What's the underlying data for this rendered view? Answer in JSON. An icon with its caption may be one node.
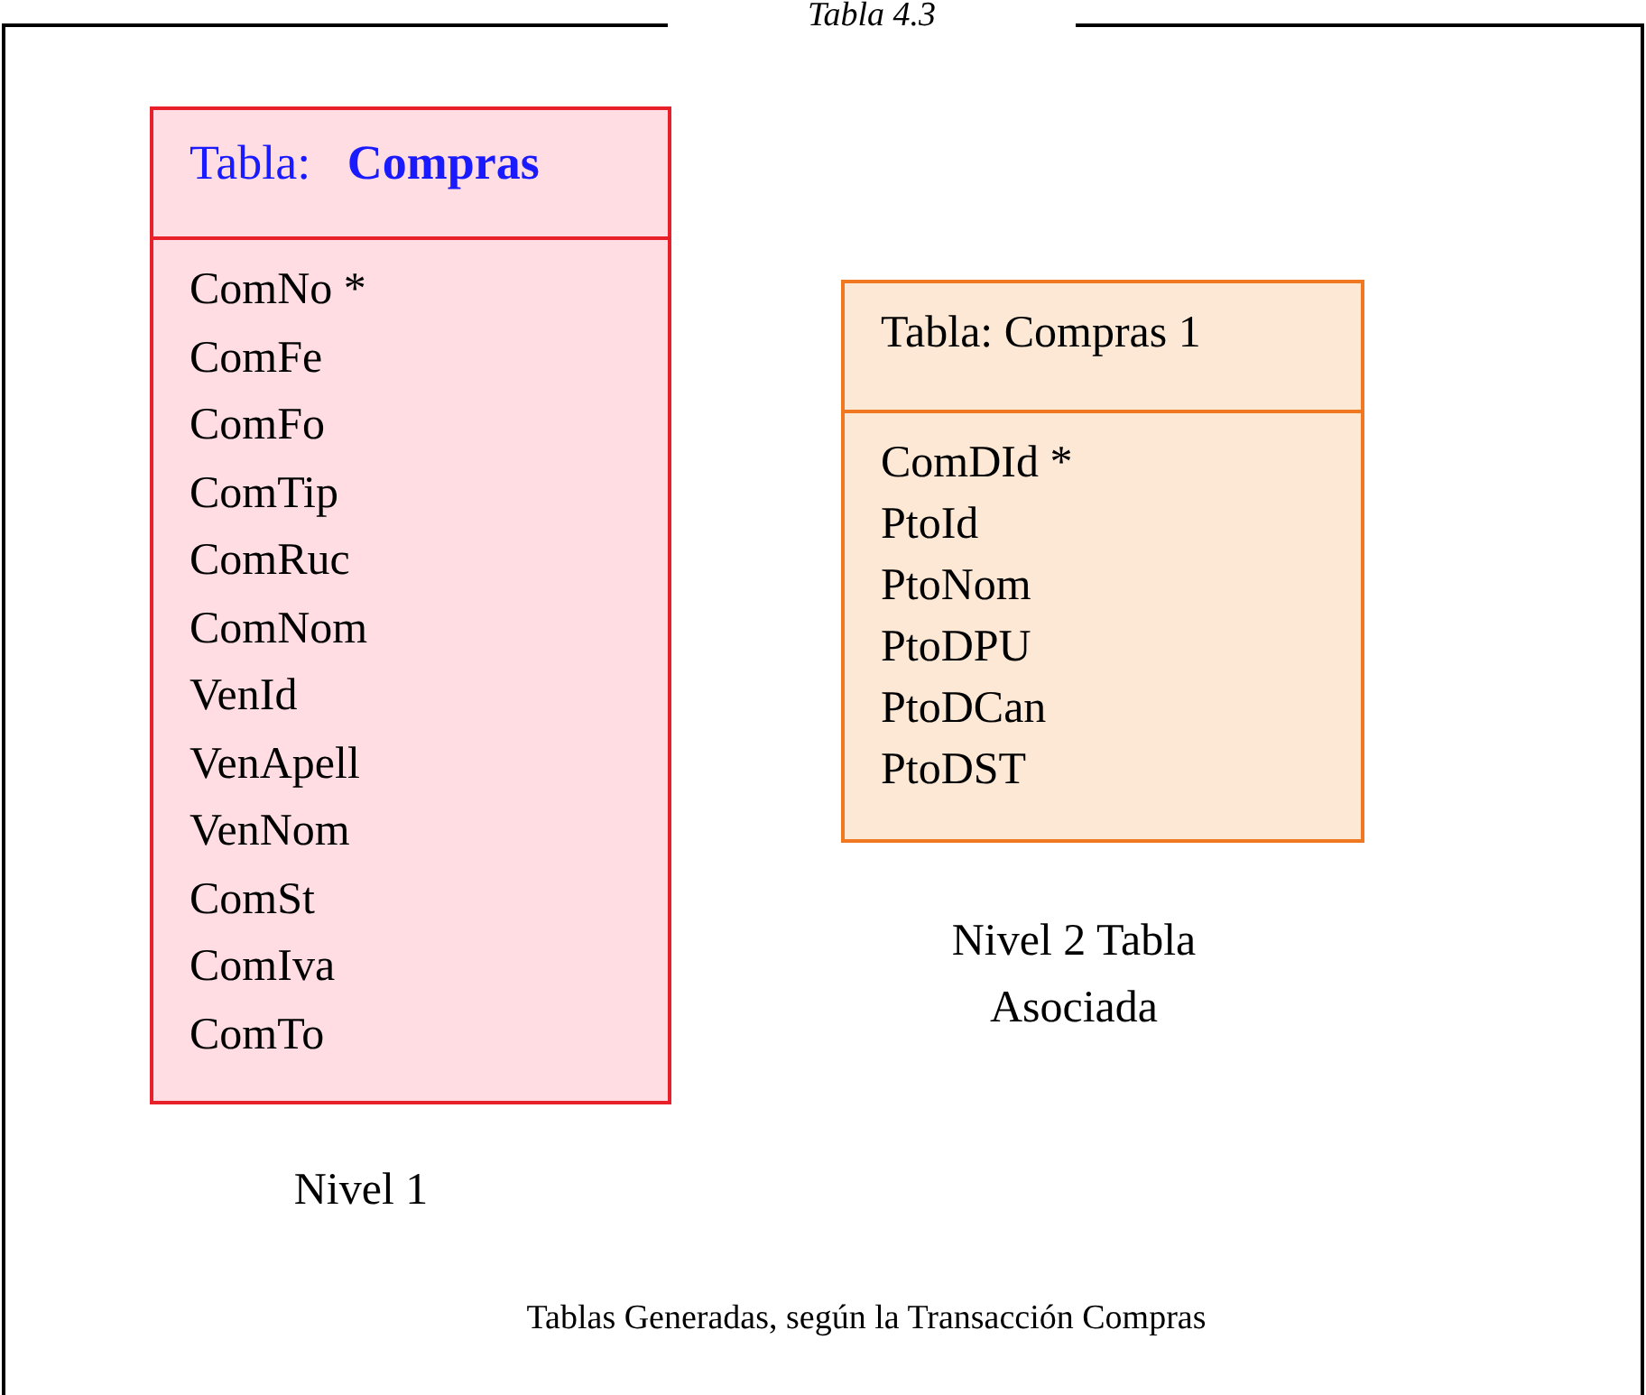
{
  "diagram": {
    "title": "Tabla 4.3",
    "nodes": [
      {
        "text": [
          "Tabla:   **Compras**",
          "ComNo *",
          "ComFe",
          "ComFo",
          "ComTip",
          "ComRuc",
          "ComNom",
          "VenId",
          "VenApell",
          "VenNom",
          "ComSt",
          "ComIva",
          "ComTo"
        ]
      },
      {
        "text": [
          "Tabla: Compras 1",
          "ComDId *",
          "PtoId",
          "PtoNom",
          "PtoDPU",
          "PtoDCan",
          "PtoDST"
        ]
      }
    ],
    "labels": [
      "Nivel 2 Tabla Asociada",
      "Nivel 1"
    ],
    "caption": "Tablas Generadas, según la Transacción Compras"
  }
}
